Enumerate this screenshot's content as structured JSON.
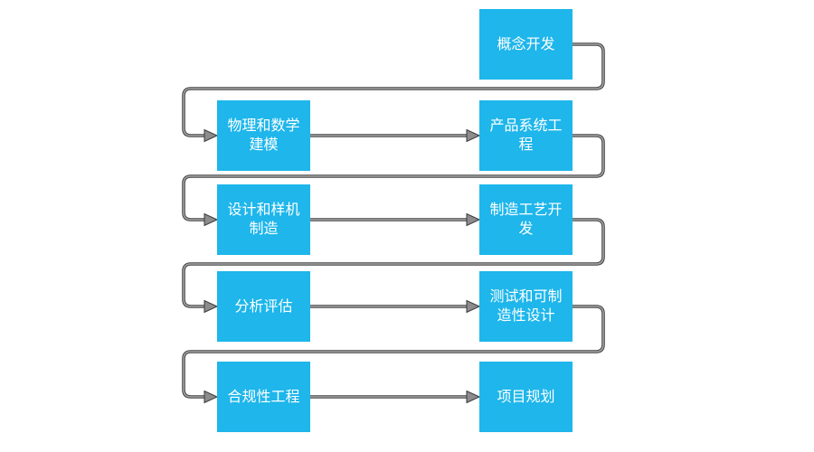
{
  "diagram": {
    "type": "flowchart",
    "colors": {
      "node_fill": "#1eb6eb",
      "node_text": "#ffffff",
      "connector_line": "#a3a3a3",
      "connector_outline": "#454545",
      "arrow_fill": "#8c8c8c",
      "arrow_outline": "#3a3a3a",
      "canvas_bg": "#ffffff"
    },
    "nodes": [
      {
        "id": "concept-development",
        "label": "概念开发"
      },
      {
        "id": "physical-and-mathematical-modeling",
        "label": "物理和数学建模"
      },
      {
        "id": "product-systems-engineering",
        "label": "产品系统工程"
      },
      {
        "id": "design-and-prototype-manufacturing",
        "label": "设计和样机制造"
      },
      {
        "id": "manufacturing-process-development",
        "label": "制造工艺开发"
      },
      {
        "id": "analysis-and-evaluation",
        "label": "分析评估"
      },
      {
        "id": "testing-and-design-for-manufacturability",
        "label": "测试和可制造性设计"
      },
      {
        "id": "compliance-engineering",
        "label": "合规性工程"
      },
      {
        "id": "project-planning",
        "label": "项目规划"
      }
    ],
    "edges": [
      {
        "from": "概念开发",
        "to": "物理和数学建模"
      },
      {
        "from": "物理和数学建模",
        "to": "产品系统工程"
      },
      {
        "from": "产品系统工程",
        "to": "设计和样机制造"
      },
      {
        "from": "设计和样机制造",
        "to": "制造工艺开发"
      },
      {
        "from": "制造工艺开发",
        "to": "分析评估"
      },
      {
        "from": "分析评估",
        "to": "测试和可制造性设计"
      },
      {
        "from": "测试和可制造性设计",
        "to": "合规性工程"
      },
      {
        "from": "合规性工程",
        "to": "项目规划"
      }
    ]
  }
}
